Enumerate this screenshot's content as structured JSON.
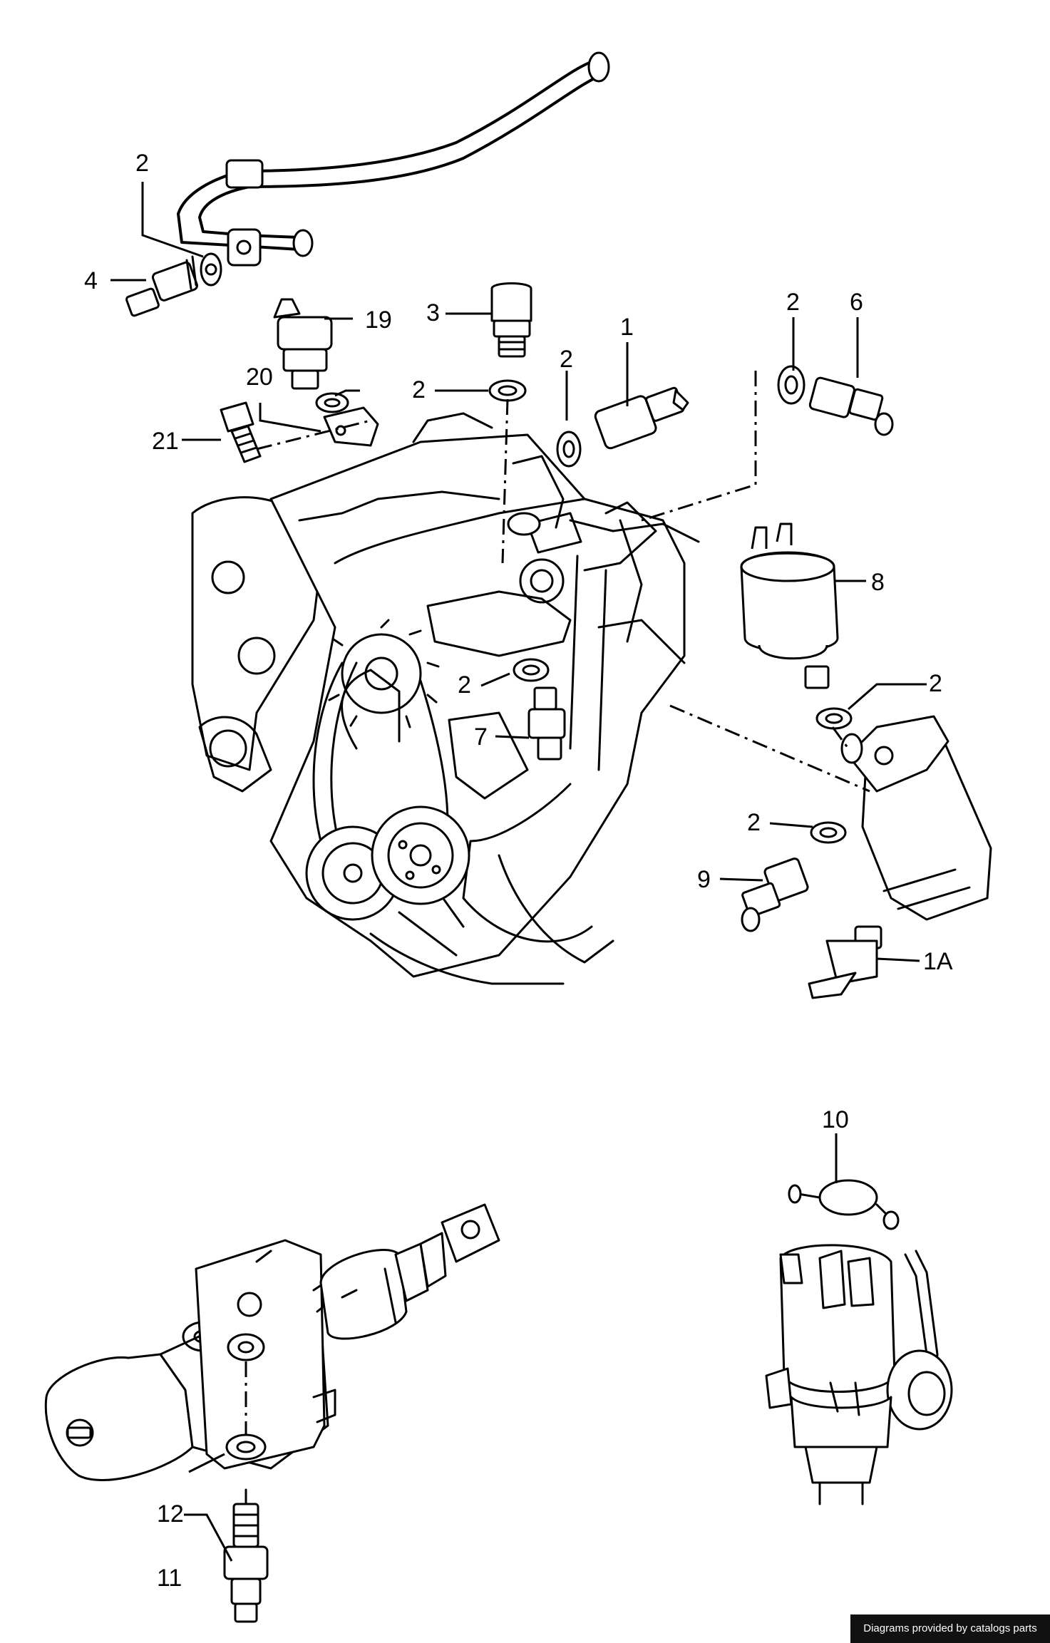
{
  "callouts": {
    "c1": "1",
    "c1a": "1A",
    "c2": "2",
    "c3": "3",
    "c4": "4",
    "c6": "6",
    "c7": "7",
    "c8": "8",
    "c9": "9",
    "c10": "10",
    "c11": "11",
    "c12": "12",
    "c19": "19",
    "c20": "20",
    "c21": "21"
  },
  "watermark": "Diagrams provided by catalogs parts"
}
